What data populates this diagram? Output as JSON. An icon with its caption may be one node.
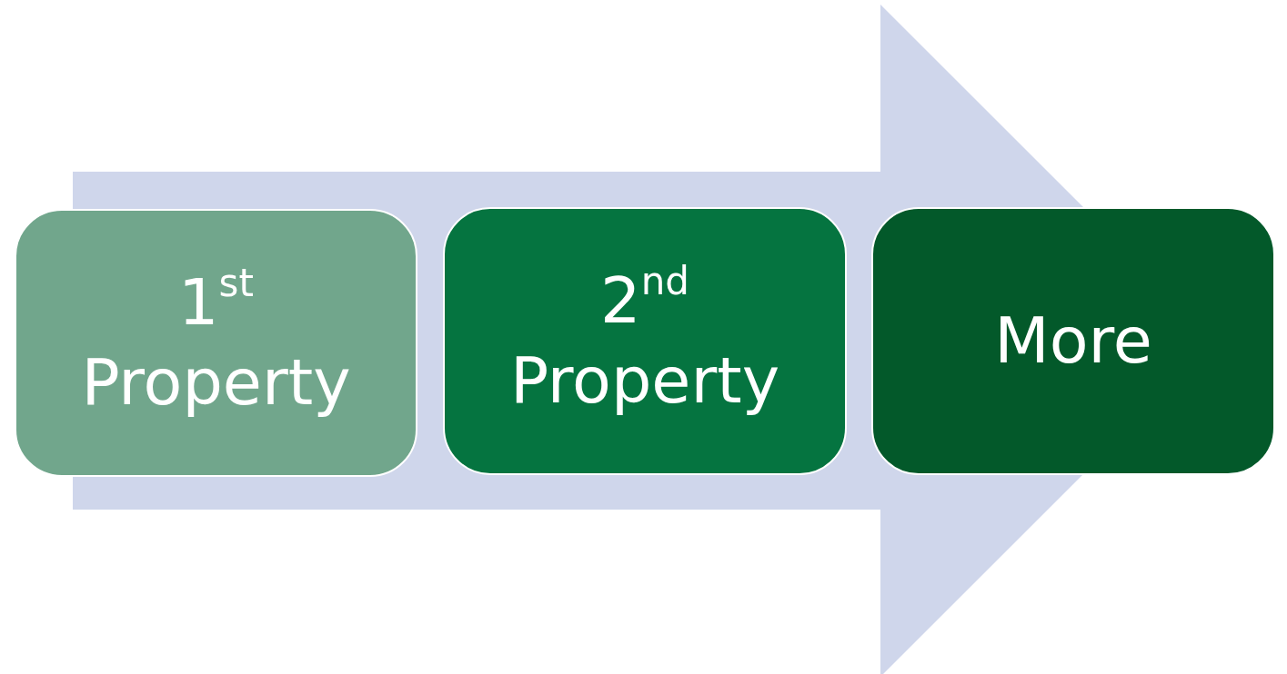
{
  "diagram": {
    "nodes": [
      {
        "text": [
          "1$^{st}$ Property"
        ]
      },
      {
        "text": [
          "2$^{nd}$ Property"
        ]
      },
      {
        "text": [
          "More"
        ]
      }
    ],
    "edges": [
      {
        "from": 0,
        "to": 2,
        "arrow": "to"
      }
    ]
  }
}
